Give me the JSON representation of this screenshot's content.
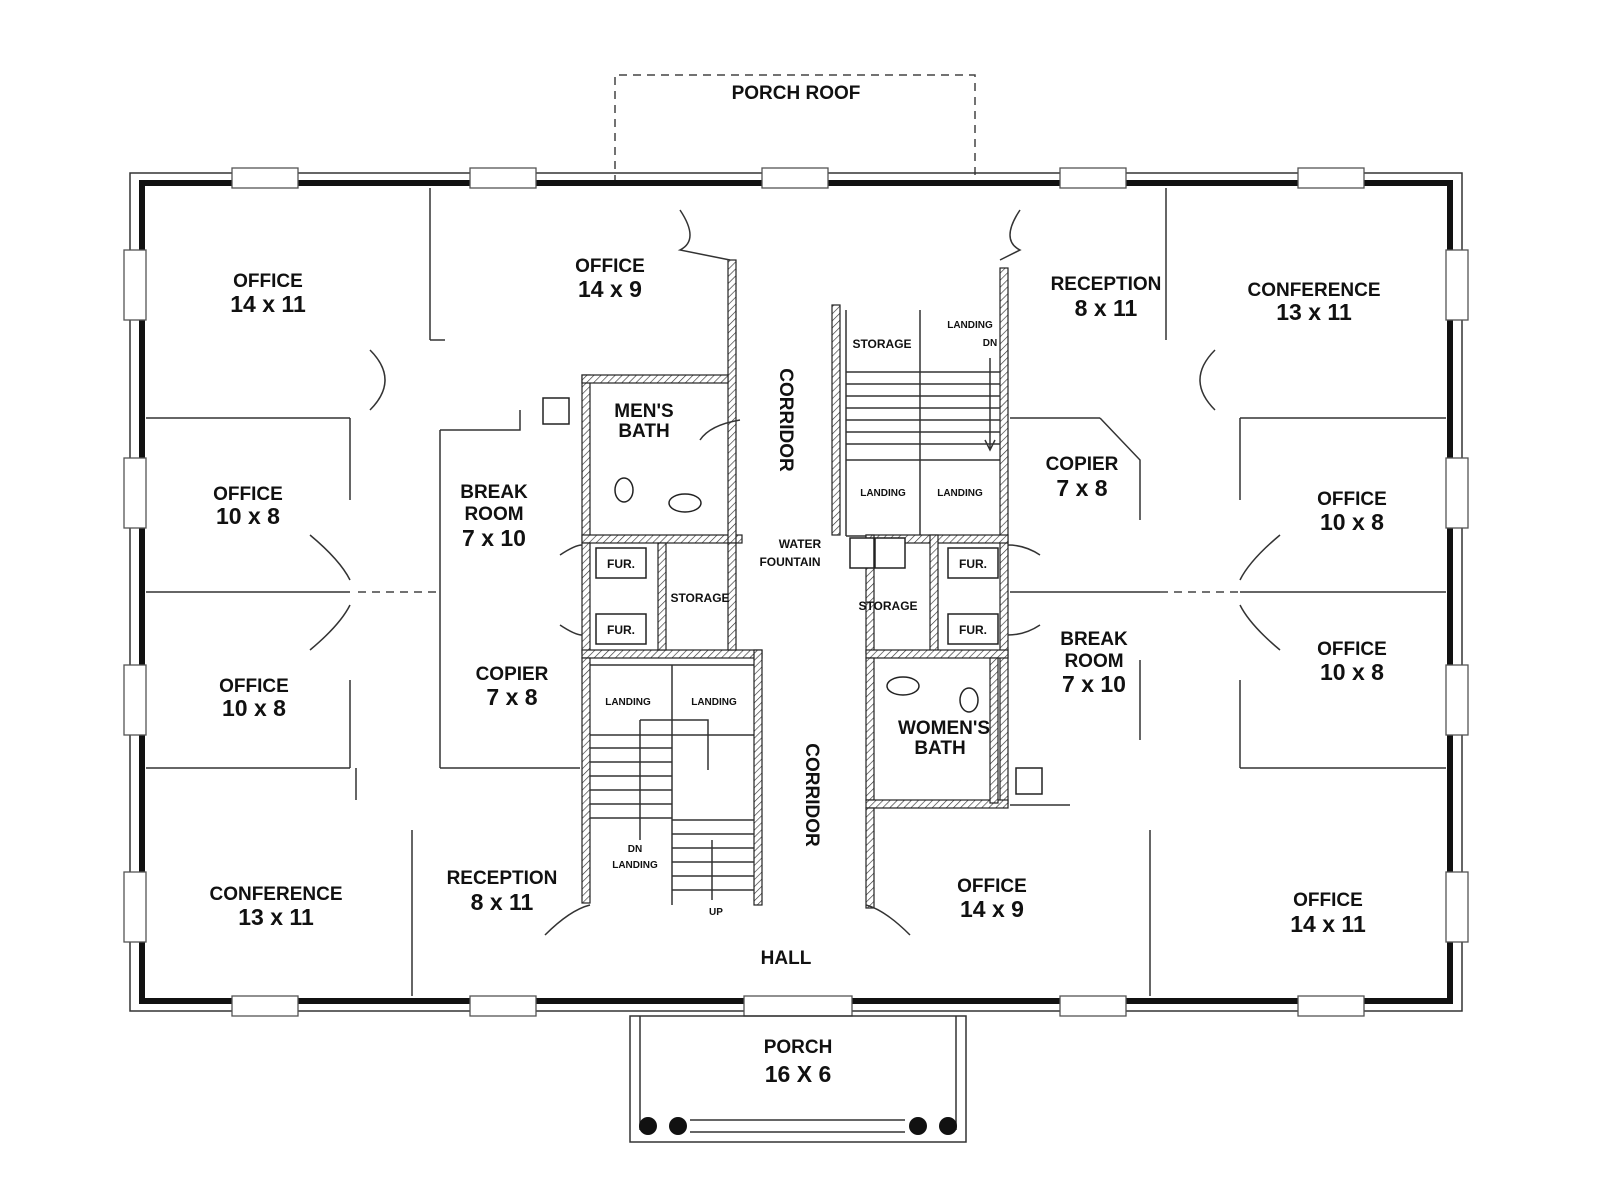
{
  "porch_roof": "PORCH ROOF",
  "rooms": {
    "office_nw": {
      "name": "OFFICE",
      "size": "14 x 11"
    },
    "office_n": {
      "name": "OFFICE",
      "size": "14 x 9"
    },
    "reception_ne": {
      "name": "RECEPTION",
      "size": "8 x 11"
    },
    "conference_ne": {
      "name": "CONFERENCE",
      "size": "13 x 11"
    },
    "office_w1": {
      "name": "OFFICE",
      "size": "10 x 8"
    },
    "office_w2": {
      "name": "OFFICE",
      "size": "10 x 8"
    },
    "break_room_w": {
      "name1": "BREAK",
      "name2": "ROOM",
      "size": "7 x 10"
    },
    "copier_w": {
      "name": "COPIER",
      "size": "7 x 8"
    },
    "mens_bath": {
      "name1": "MEN'S",
      "name2": "BATH"
    },
    "womens_bath": {
      "name1": "WOMEN'S",
      "name2": "BATH"
    },
    "copier_e": {
      "name": "COPIER",
      "size": "7 x 8"
    },
    "break_room_e": {
      "name1": "BREAK",
      "name2": "ROOM",
      "size": "7 x 10"
    },
    "office_e1": {
      "name": "OFFICE",
      "size": "10 x 8"
    },
    "office_e2": {
      "name": "OFFICE",
      "size": "10 x 8"
    },
    "conference_sw": {
      "name": "CONFERENCE",
      "size": "13 x 11"
    },
    "reception_sw": {
      "name": "RECEPTION",
      "size": "8 x 11"
    },
    "office_s": {
      "name": "OFFICE",
      "size": "14 x 9"
    },
    "office_se": {
      "name": "OFFICE",
      "size": "14 x 11"
    }
  },
  "corridor": "CORRIDOR",
  "hall": "HALL",
  "porch": {
    "name": "PORCH",
    "size": "16 X 6"
  },
  "small_labels": {
    "storage": "STORAGE",
    "landing": "LANDING",
    "fur": "FUR.",
    "water_fountain_1": "WATER",
    "water_fountain_2": "FOUNTAIN",
    "dn": "DN",
    "up": "UP"
  }
}
